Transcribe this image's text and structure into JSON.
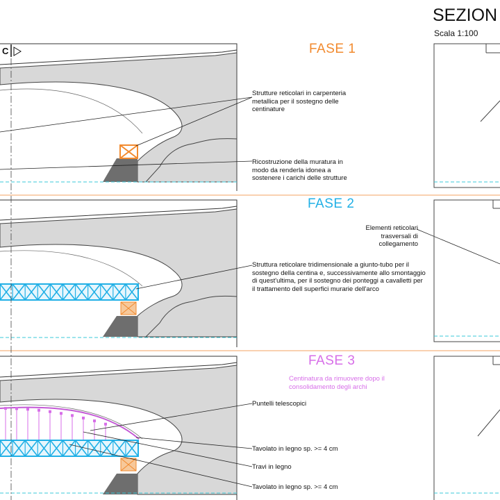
{
  "header": {
    "title": "SEZION",
    "scale": "Scala 1:100",
    "section_marker": "C"
  },
  "phases": [
    {
      "label": "FASE 1",
      "color": "#f28a2e"
    },
    {
      "label": "FASE 2",
      "color": "#21b0e6"
    },
    {
      "label": "FASE 3",
      "color": "#d76ee8"
    }
  ],
  "notes": {
    "fase1_truss": "Strutture reticolari in carpenteria metallica per il sostegno delle centinature",
    "fase1_masonry": "Ricostruzione della muratura in modo da renderla idonea a sostenere i carichi delle strutture",
    "fase2_cross": "Elementi reticolari trasversali di collegamento",
    "fase2_3d": "Struttura reticolare tridimensionale a giunto-tubo per il sostegno della centina e, successivamente allo smontaggio di quest'ultima, per il sostegno dei ponteggi a cavalletti per il trattamento dell superfici murarie dell'arco",
    "fase3_remove": "Centinatura da rimuovere dopo il consolidamento degli archi",
    "fase3_props": "Puntelli telescopici",
    "fase3_deck_top": "Tavolato in legno sp. >= 4 cm",
    "fase3_beams": "Travi in legno",
    "fase3_deck_bottom": "Tavolato in legno sp. >= 4 cm"
  },
  "colors": {
    "masonry": "#d8d8d8",
    "pier": "#6e6e6e",
    "truss": "#21b0e6",
    "orange": "#f28a2e",
    "props": "#d76ee8",
    "water": "#3ac8d8",
    "divider": "#f3a262"
  }
}
